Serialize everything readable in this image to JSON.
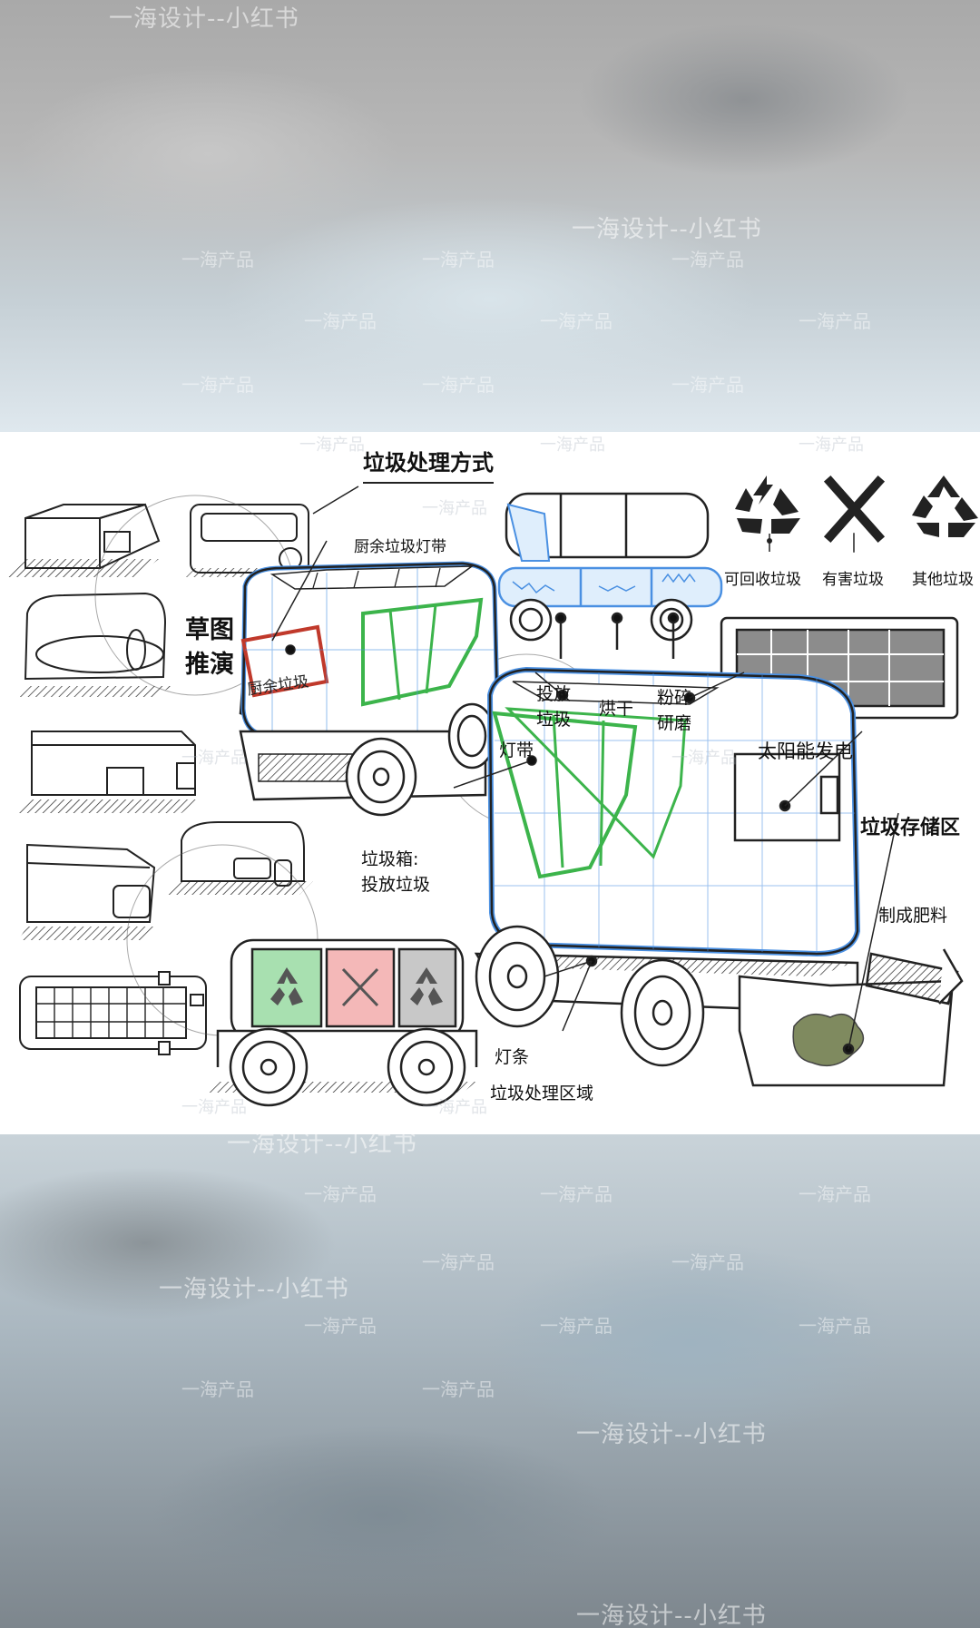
{
  "watermarks": {
    "main": "一海设计--小红书",
    "secondary": "一海产品"
  },
  "diagram": {
    "title": "垃圾处理方式",
    "sketch_label": "草图推演",
    "sketch_label_line1": "草图",
    "sketch_label_line2": "推演",
    "kitchen_waste_panel": "厨余垃圾",
    "labels": {
      "kitchen_waste_light": "厨余垃圾灯带",
      "drop_in": "投放垃圾",
      "drop_in_line1": "投放",
      "drop_in_line2": "垃圾",
      "dry": "烘干",
      "grind": "粉碎研磨",
      "grind_line1": "粉碎",
      "grind_line2": "研磨",
      "light_band": "灯带",
      "solar": "太阳能发电",
      "storage": "垃圾存储区",
      "bin": "垃圾箱:",
      "bin_drop": "投放垃圾",
      "fertilizer": "制成肥料",
      "light_strip": "灯条",
      "processing_area": "垃圾处理区域"
    },
    "legend": [
      {
        "label": "可回收垃圾",
        "icon": "recycle-icon"
      },
      {
        "label": "有害垃圾",
        "icon": "hazard-x-icon"
      },
      {
        "label": "其他垃圾",
        "icon": "other-recycle-icon"
      }
    ],
    "colors": {
      "outline_blue": "#4a90e2",
      "panel_green": "#3cb44b",
      "panel_red": "#c0392b",
      "bin_green": "#a8e0b0",
      "bin_pink": "#f4b8b8",
      "bin_gray": "#c8c8c8",
      "fertilizer": "#7f8a5f",
      "solar_gray": "#8c8c8c"
    }
  }
}
